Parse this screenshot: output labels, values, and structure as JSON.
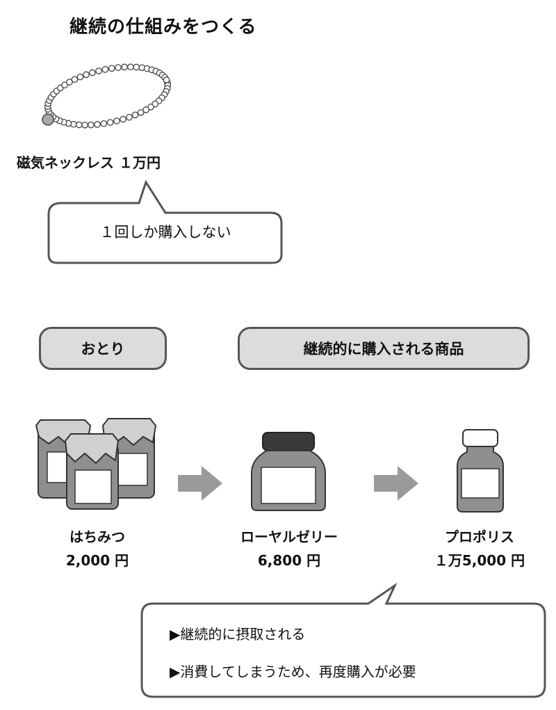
{
  "title": "継続の仕組みをつくる",
  "necklace": {
    "label": "磁気ネックレス １万円",
    "bubble": "１回しか購入しない"
  },
  "pills": {
    "decoy": "おとり",
    "continuous": "継続的に購入される商品"
  },
  "products": [
    {
      "name": "はちみつ",
      "price": "2,000 円"
    },
    {
      "name": "ローヤルゼリー",
      "price": "6,800 円"
    },
    {
      "name": "プロポリス",
      "price": "１万5,000 円"
    }
  ],
  "notes": [
    "▶継続的に摂取される",
    "▶消費してしまうため、再度購入が必要"
  ],
  "colors": {
    "jar_body": "#8f8f8f",
    "label": "#ffffff",
    "pill_fill": "#dcdcdc",
    "outline": "#555555",
    "arrow": "#9a9a9a",
    "cap_dark": "#3a3a3a"
  }
}
